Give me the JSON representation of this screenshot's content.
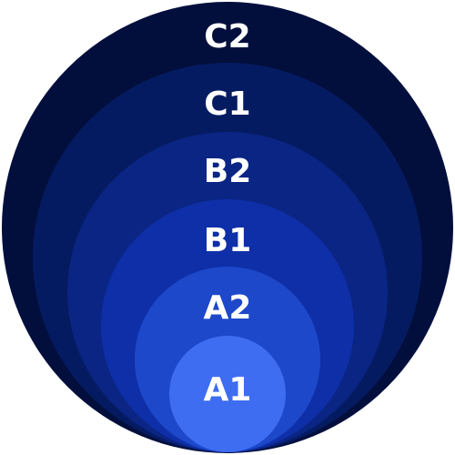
{
  "levels": [
    {
      "label": "C2",
      "color": "#020f3d"
    },
    {
      "label": "C1",
      "color": "#051b61"
    },
    {
      "label": "B2",
      "color": "#0a2583"
    },
    {
      "label": "B1",
      "color": "#0e2fa8"
    },
    {
      "label": "A2",
      "color": "#1d48c9"
    },
    {
      "label": "A1",
      "color": "#3e6df2"
    }
  ]
}
